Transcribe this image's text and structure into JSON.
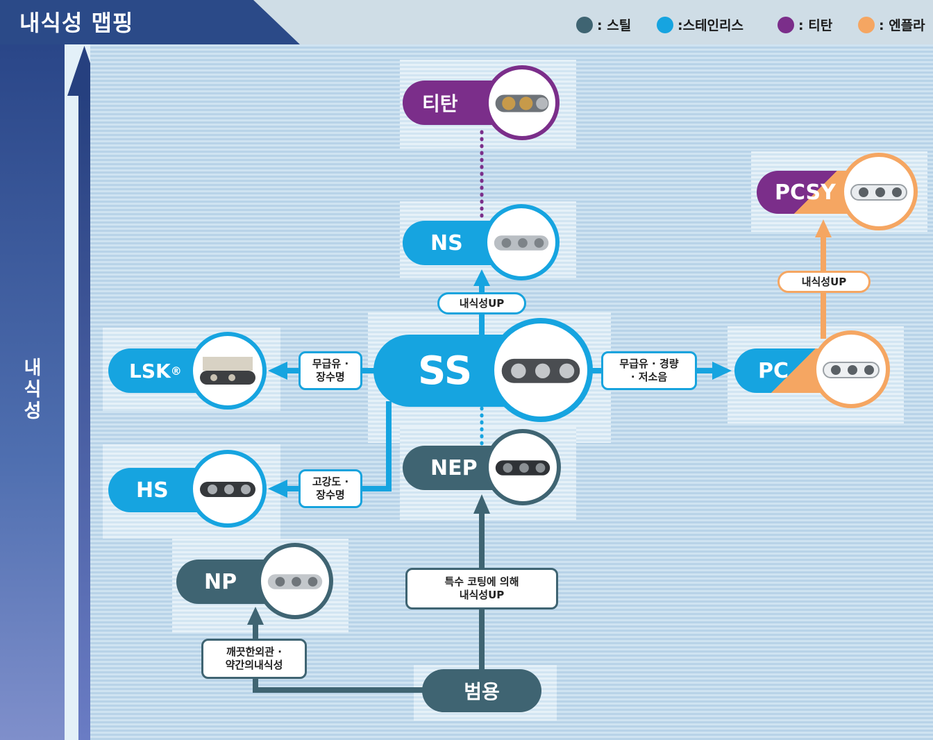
{
  "title": "내식성 맵핑",
  "legend": [
    {
      "label": ": 스틸",
      "color": "#3f6472"
    },
    {
      "label": ":스테인리스",
      "color": "#16a4e0"
    },
    {
      "label": ": 티탄",
      "color": "#7b2e8a"
    },
    {
      "label": ": 엔플라",
      "color": "#f5a662"
    }
  ],
  "axis_label": "내식성",
  "nodes": {
    "titan": "티탄",
    "ns": "NS",
    "pcsy": "PCSY",
    "lsk": "LSK",
    "lsk_mark": "®",
    "ss": "SS",
    "pc": "PC",
    "hs": "HS",
    "nep": "NEP",
    "np": "NP",
    "general": "범용"
  },
  "labels": {
    "ns_up": "내식성UP",
    "pcsy_up": "내식성UP",
    "lsk_line1": "무급유 ·",
    "lsk_line2": "장수명",
    "pc_line1": "무급유 · 경량",
    "pc_line2": "· 저소음",
    "hs_line1": "고강도 ·",
    "hs_line2": "장수명",
    "nep_line1": "특수 코팅에 의해",
    "nep_line2": "내식성UP",
    "np_line1": "깨끗한외관 ·",
    "np_line2": "약간의내식성"
  },
  "colors": {
    "steel": "#3f6472",
    "stainless": "#16a4e0",
    "titan": "#7b2e8a",
    "plastic": "#f5a662"
  }
}
